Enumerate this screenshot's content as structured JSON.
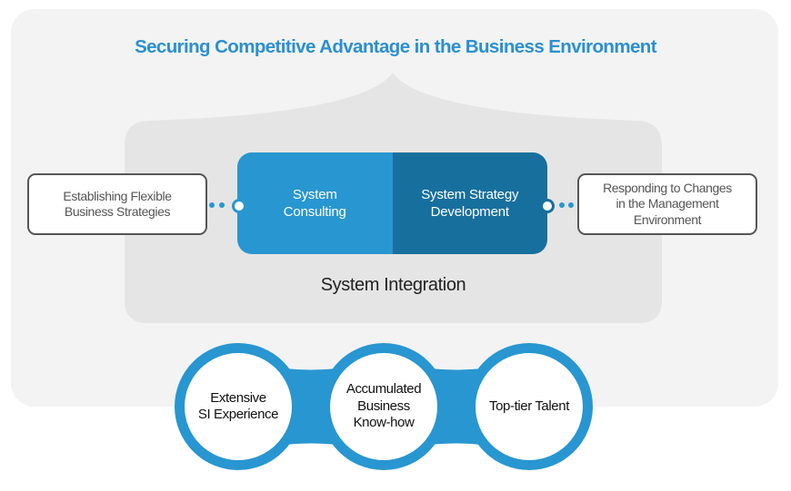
{
  "title": "Securing Competitive Advantage in the Business Environment",
  "colors": {
    "accent_blue": "#2896d0",
    "dark_blue": "#176f9e",
    "title_blue": "#2b90cf",
    "panel_light": "#f3f3f3",
    "panel_grey": "#e5e5e5",
    "box_border": "#555555"
  },
  "left_box": {
    "lines": [
      "Establishing Flexible",
      "Business Strategies"
    ]
  },
  "right_box": {
    "lines": [
      "Responding to Changes",
      "in the Management",
      "Environment"
    ]
  },
  "core": {
    "left": {
      "lines": [
        "System",
        "Consulting"
      ]
    },
    "right": {
      "lines": [
        "System Strategy",
        "Development"
      ]
    }
  },
  "core_label": "System Integration",
  "strengths": [
    {
      "lines": [
        "Extensive",
        "SI Experience"
      ]
    },
    {
      "lines": [
        "Accumulated",
        "Business",
        "Know-how"
      ]
    },
    {
      "lines": [
        "Top-tier Talent"
      ]
    }
  ]
}
